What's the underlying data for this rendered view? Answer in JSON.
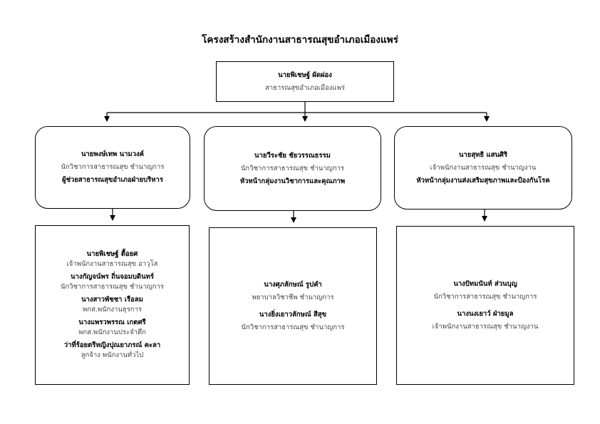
{
  "title": "โครงสร้างสำนักงานสาธารณสุขอำเภอเมืองแพร่",
  "top": {
    "name": "นายพิเชษฐ์  ผัดผ่อง",
    "position": "สาธารณสุขอำเภอเมืองแพร่"
  },
  "heads": [
    {
      "name": "นายพงษ์เทพ  นามวงค์",
      "position": "นักวิชาการสาธารณสุข ชำนาญการ",
      "role": "ผู้ช่วยสาธารณสุขอำเภอฝ่ายบริหาร"
    },
    {
      "name": "นายวีระชัย  ชัยวรรณธรรม",
      "position": "นักวิชาการสาธารณสุข ชำนาญการ",
      "role": "หัวหน้ากลุ่มงานวิชาการและคุณภาพ"
    },
    {
      "name": "นายสุทธิ  แสนศิริ",
      "position": "เจ้าพนักงานสาธารณสุข ชำนาญงาน",
      "role": "หัวหน้ากลุ่มงานส่งเสริมสุขภาพและป้องกันโรค"
    }
  ],
  "staff": [
    [
      {
        "name": "นายพิเชษฐ์  ตื้อยศ",
        "position": "เจ้าพนักงานสาธารณสุข อาวุโส"
      },
      {
        "name": "นางกัญจน์พร  ถิ่นจอมบดินทร์",
        "position": "นักวิชาการสาธารณสุข ชำนาญการ"
      },
      {
        "name": "นางสาวพัชชา  เรือลม",
        "position": "พกส.พนักงานธุรการ"
      },
      {
        "name": "นางแพรวพรรณ  เกตศรี",
        "position": "พกส.พนักงานประจำตึก"
      },
      {
        "name": "ว่าที่ร้อยตรีหญิงปุณยาภรณ์  คะลา",
        "position": "ลูกจ้าง พนักงานทั่วไป"
      }
    ],
    [
      {
        "name": "นางศุภลักษณ์  รูปคำ",
        "position": "พยาบาลวิชาชีพ ชำนาญการ"
      },
      {
        "name": "นางยิ่งเยาวลักษณ์  สีสุข",
        "position": "นักวิชาการสาธารณสุข ชำนาญการ"
      }
    ],
    [
      {
        "name": "นางปัทมนันท์  ส่วนบุญ",
        "position": "นักวิชาการสาธารณสุข ชำนาญการ"
      },
      {
        "name": "นางนงเยาว์  ฝ่ายมูล",
        "position": "เจ้าพนักงานสาธารณสุข ชำนาญงาน"
      }
    ]
  ]
}
